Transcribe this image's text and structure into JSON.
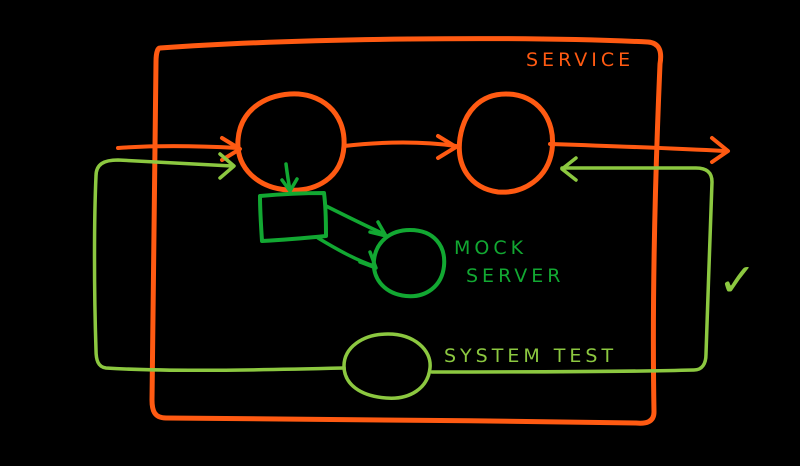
{
  "colors": {
    "background": "#000000",
    "service": "#ff5a12",
    "flow": "#ff5a12",
    "mock": "#12a832",
    "system_test": "#8cc840"
  },
  "labels": {
    "service": "SERVICE",
    "mock_server_line1": "MOCK",
    "mock_server_line2": "SERVER",
    "system_test": "SYSTEM TEST",
    "check_mark": "✓"
  }
}
